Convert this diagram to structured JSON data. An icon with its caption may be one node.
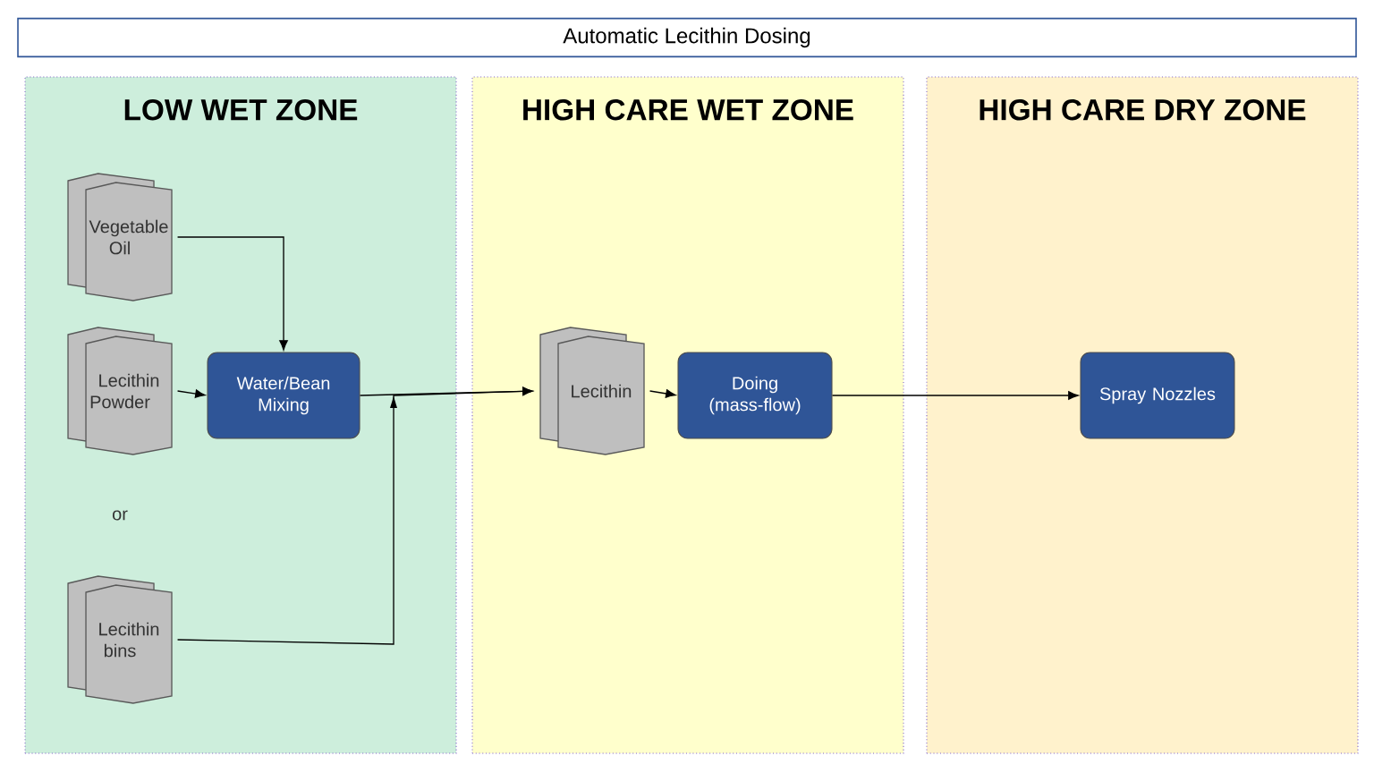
{
  "diagram": {
    "title": "Automatic Lecithin Dosing",
    "nodes": [
      {
        "text": [
          "LOW WET ZONE"
        ]
      },
      {
        "text": [
          "HIGH CARE WET ZONE"
        ]
      },
      {
        "text": [
          "HIGH CARE DRY ZONE"
        ]
      },
      {
        "text": [
          "Vegetable Oil"
        ],
        "in": 0
      },
      {
        "text": [
          "Lecithin Powder"
        ],
        "in": 0
      },
      {
        "text": [
          "Water/Bean Mixing"
        ],
        "in": 0
      },
      {
        "text": [
          "Lecithin bins"
        ],
        "in": 0
      },
      {
        "text": [
          "Lecithin"
        ],
        "in": 1
      },
      {
        "text": [
          "Doing (mass-flow)"
        ],
        "in": 1
      },
      {
        "text": [
          "Spray Nozzles"
        ],
        "in": 2
      }
    ],
    "edges": [
      {
        "from": 3,
        "to": 5,
        "arrow": "to"
      },
      {
        "from": 4,
        "to": 5,
        "arrow": "to"
      },
      {
        "from": 5,
        "to": 7,
        "arrow": "to"
      },
      {
        "from": 6,
        "to": 7,
        "arrow": "to"
      },
      {
        "from": 7,
        "to": 8,
        "arrow": "to"
      },
      {
        "from": 8,
        "to": 9,
        "arrow": "to"
      }
    ],
    "labels": [
      "or"
    ]
  }
}
